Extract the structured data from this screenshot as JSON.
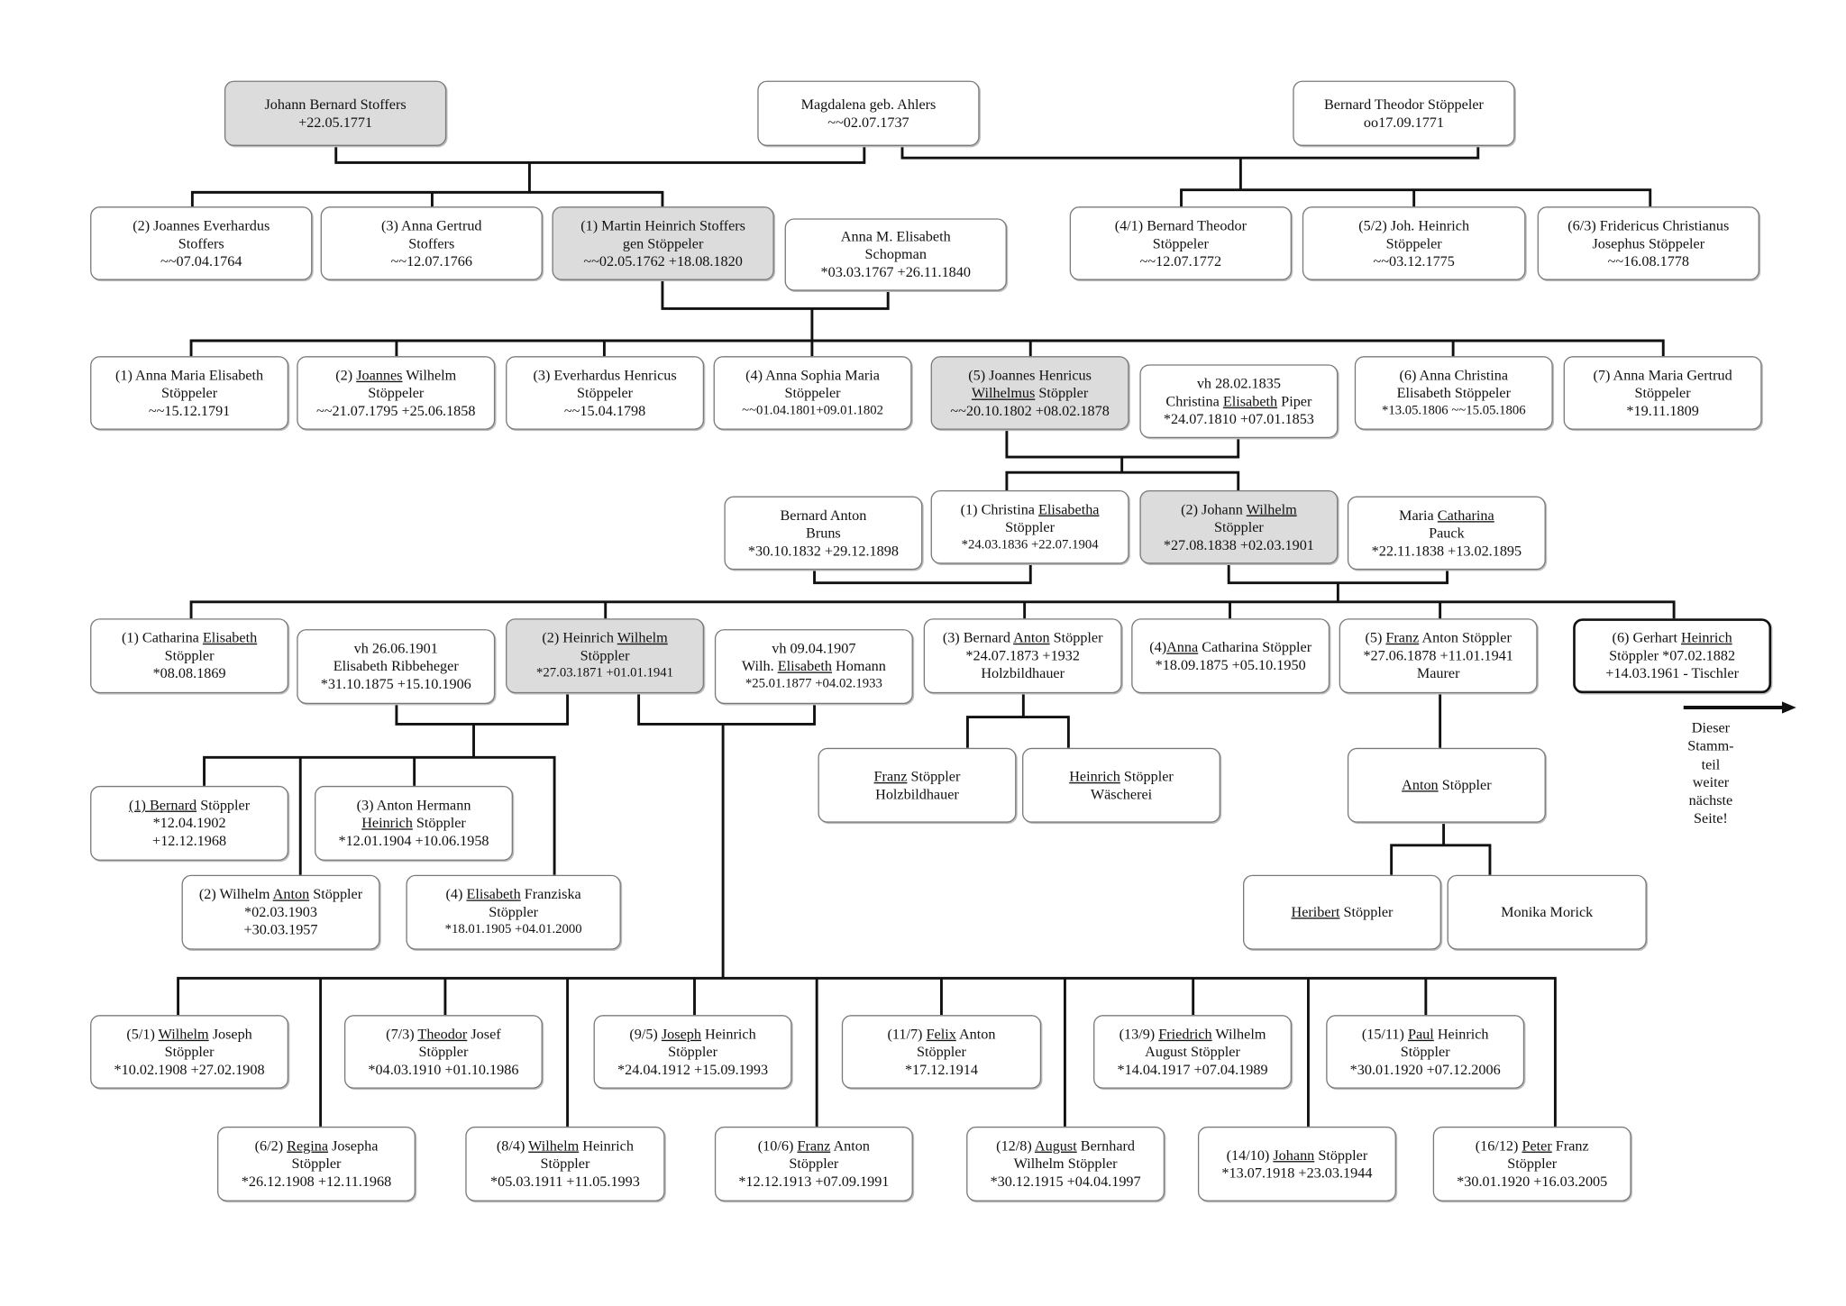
{
  "title": "Stammbaum Stoffers / Stöppler",
  "people": [
    {
      "lines": [
        "Johann Bernard Stoffers",
        "+22.05.1771"
      ],
      "style": "grey"
    },
    {
      "lines": [
        "Magdalena geb. Ahlers",
        "~~02.07.1737"
      ]
    },
    {
      "lines": [
        "Bernard Theodor Stöppeler",
        "oo17.09.1771"
      ]
    },
    {
      "lines": [
        "(2) Joannes Everhardus",
        "Stoffers",
        "~~07.04.1764"
      ]
    },
    {
      "lines": [
        "(3) Anna Gertrud",
        "Stoffers",
        "~~12.07.1766"
      ]
    },
    {
      "lines": [
        "(1) Martin Heinrich Stoffers",
        "gen Stöppeler",
        "~~02.05.1762 +18.08.1820"
      ],
      "style": "grey"
    },
    {
      "lines": [
        "Anna M. Elisabeth",
        "Schopman",
        "*03.03.1767 +26.11.1840"
      ]
    },
    {
      "lines": [
        "(4/1) Bernard Theodor",
        "Stöppeler",
        "~~12.07.1772"
      ]
    },
    {
      "lines": [
        "(5/2) Joh. Heinrich",
        "Stöppeler",
        "~~03.12.1775"
      ]
    },
    {
      "lines": [
        "(6/3) Fridericus Christianus",
        "Josephus Stöppeler",
        "~~16.08.1778"
      ]
    },
    {
      "lines": [
        "(1) Anna Maria Elisabeth",
        "Stöppeler",
        "~~15.12.1791"
      ]
    },
    {
      "lines": [
        "(2) Joannes Wilhelm",
        "Stöppeler",
        "~~21.07.1795 +25.06.1858"
      ],
      "underline": "Joannes"
    },
    {
      "lines": [
        "(3) Everhardus Henricus",
        "Stöppeler",
        "~~15.04.1798"
      ]
    },
    {
      "lines": [
        "(4) Anna Sophia Maria",
        "Stöppeler",
        "~~01.04.1801+09.01.1802"
      ],
      "style": "small"
    },
    {
      "lines": [
        "(5) Joannes Henricus",
        "Wilhelmus Stöppler",
        "~~20.10.1802 +08.02.1878"
      ],
      "underline": "Wilhelmus",
      "style": "grey"
    },
    {
      "lines": [
        "vh 28.02.1835",
        "Christina Elisabeth Piper",
        "*24.07.1810 +07.01.1853"
      ],
      "underline": "Elisabeth"
    },
    {
      "lines": [
        "(6) Anna Christina",
        "Elisabeth Stöppeler",
        "*13.05.1806 ~~15.05.1806"
      ],
      "style": "small"
    },
    {
      "lines": [
        "(7) Anna Maria Gertrud",
        "Stöppeler",
        "*19.11.1809"
      ]
    },
    {
      "lines": [
        "Bernard Anton",
        "Bruns",
        "*30.10.1832 +29.12.1898"
      ]
    },
    {
      "lines": [
        "(1) Christina Elisabetha",
        "Stöppler",
        "*24.03.1836  +22.07.1904"
      ],
      "underline": "Elisabetha",
      "style": "small"
    },
    {
      "lines": [
        "(2) Johann Wilhelm",
        "Stöppler",
        "*27.08.1838 +02.03.1901"
      ],
      "underline": "Wilhelm",
      "style": "grey"
    },
    {
      "lines": [
        "Maria Catharina",
        "Pauck",
        "*22.11.1838 +13.02.1895"
      ],
      "underline": "Catharina"
    },
    {
      "lines": [
        "(1) Catharina Elisabeth",
        "Stöppler",
        "*08.08.1869"
      ],
      "underline": "Elisabeth"
    },
    {
      "lines": [
        "vh 26.06.1901",
        "Elisabeth Ribbeheger",
        "*31.10.1875 +15.10.1906"
      ]
    },
    {
      "lines": [
        "(2) Heinrich Wilhelm",
        "Stöppler",
        "*27.03.1871 +01.01.1941"
      ],
      "underline": "Wilhelm",
      "style": "grey small"
    },
    {
      "lines": [
        "vh 09.04.1907",
        "Wilh. Elisabeth Homann",
        "*25.01.1877 +04.02.1933"
      ],
      "underline": "Elisabeth",
      "style": "small"
    },
    {
      "lines": [
        "(3) Bernard Anton Stöppler",
        "*24.07.1873 +1932",
        "Holzbildhauer"
      ],
      "underline": "Anton"
    },
    {
      "lines": [
        "(4)Anna Catharina Stöppler",
        "*18.09.1875 +05.10.1950"
      ],
      "underline": "Anna"
    },
    {
      "lines": [
        "(5) Franz Anton Stöppler",
        "*27.06.1878 +11.01.1941",
        "Maurer"
      ],
      "underline": "Franz"
    },
    {
      "lines": [
        "(6) Gerhart Heinrich",
        "Stöppler *07.02.1882",
        "+14.03.1961 - Tischler"
      ],
      "underline": "Heinrich",
      "style": "bold"
    },
    {
      "lines": [
        "Franz Stöppler",
        "Holzbildhauer"
      ],
      "underline": "Franz"
    },
    {
      "lines": [
        "Heinrich Stöppler",
        "Wäscherei"
      ],
      "underline": "Heinrich"
    },
    {
      "lines": [
        "Anton Stöppler"
      ],
      "underline": "Anton"
    },
    {
      "lines": [
        "(1) Bernard Stöppler",
        "*12.04.1902",
        "+12.12.1968"
      ],
      "underline": "(1) Bernard"
    },
    {
      "lines": [
        "(3) Anton Hermann",
        "Heinrich Stöppler",
        "*12.01.1904 +10.06.1958"
      ],
      "underline": "Heinrich"
    },
    {
      "lines": [
        "(2) Wilhelm Anton Stöppler",
        "*02.03.1903",
        "+30.03.1957"
      ],
      "underline": "Anton"
    },
    {
      "lines": [
        "(4) Elisabeth Franziska",
        "Stöppler",
        "*18.01.1905 +04.01.2000"
      ],
      "underline": "Elisabeth",
      "style": "small"
    },
    {
      "lines": [
        "Heribert Stöppler"
      ],
      "underline": "Heribert"
    },
    {
      "lines": [
        "Monika Morick"
      ]
    },
    {
      "lines": [
        "(5/1) Wilhelm Joseph",
        "Stöppler",
        "*10.02.1908 +27.02.1908"
      ],
      "underline": "Wilhelm"
    },
    {
      "lines": [
        "(7/3) Theodor Josef",
        "Stöppler",
        "*04.03.1910 +01.10.1986"
      ],
      "underline": "Theodor"
    },
    {
      "lines": [
        "(9/5) Joseph Heinrich",
        "Stöppler",
        "*24.04.1912 +15.09.1993"
      ],
      "underline": "Joseph"
    },
    {
      "lines": [
        "(11/7) Felix Anton",
        "Stöppler",
        "*17.12.1914"
      ],
      "underline": "Felix"
    },
    {
      "lines": [
        "(13/9) Friedrich Wilhelm",
        "August Stöppler",
        "*14.04.1917 +07.04.1989"
      ],
      "underline": "Friedrich"
    },
    {
      "lines": [
        "(15/11) Paul Heinrich",
        "Stöppler",
        "*30.01.1920 +07.12.2006"
      ],
      "underline": "Paul"
    },
    {
      "lines": [
        "(6/2) Regina Josepha",
        "Stöppler",
        "*26.12.1908 +12.11.1968"
      ],
      "underline": "Regina"
    },
    {
      "lines": [
        "(8/4) Wilhelm Heinrich",
        "Stöppler",
        "*05.03.1911 +11.05.1993"
      ],
      "underline": "Wilhelm"
    },
    {
      "lines": [
        "(10/6) Franz Anton",
        "Stöppler",
        "*12.12.1913 +07.09.1991"
      ],
      "underline": "Franz"
    },
    {
      "lines": [
        "(12/8) August Bernhard",
        "Wilhelm Stöppler",
        "*30.12.1915 +04.04.1997"
      ],
      "underline": "August"
    },
    {
      "lines": [
        "(14/10) Johann Stöppler",
        "*13.07.1918 +23.03.1944"
      ],
      "underline": "Johann"
    },
    {
      "lines": [
        "(16/12) Peter Franz",
        "Stöppler",
        "*30.01.1920 +16.03.2005"
      ],
      "underline": "Peter"
    }
  ],
  "continuation_note": [
    "Dieser",
    "Stamm-",
    "teil",
    "weiter",
    "nächste",
    "Seite!"
  ],
  "icons": {
    "continuation": "arrow-right-icon"
  }
}
